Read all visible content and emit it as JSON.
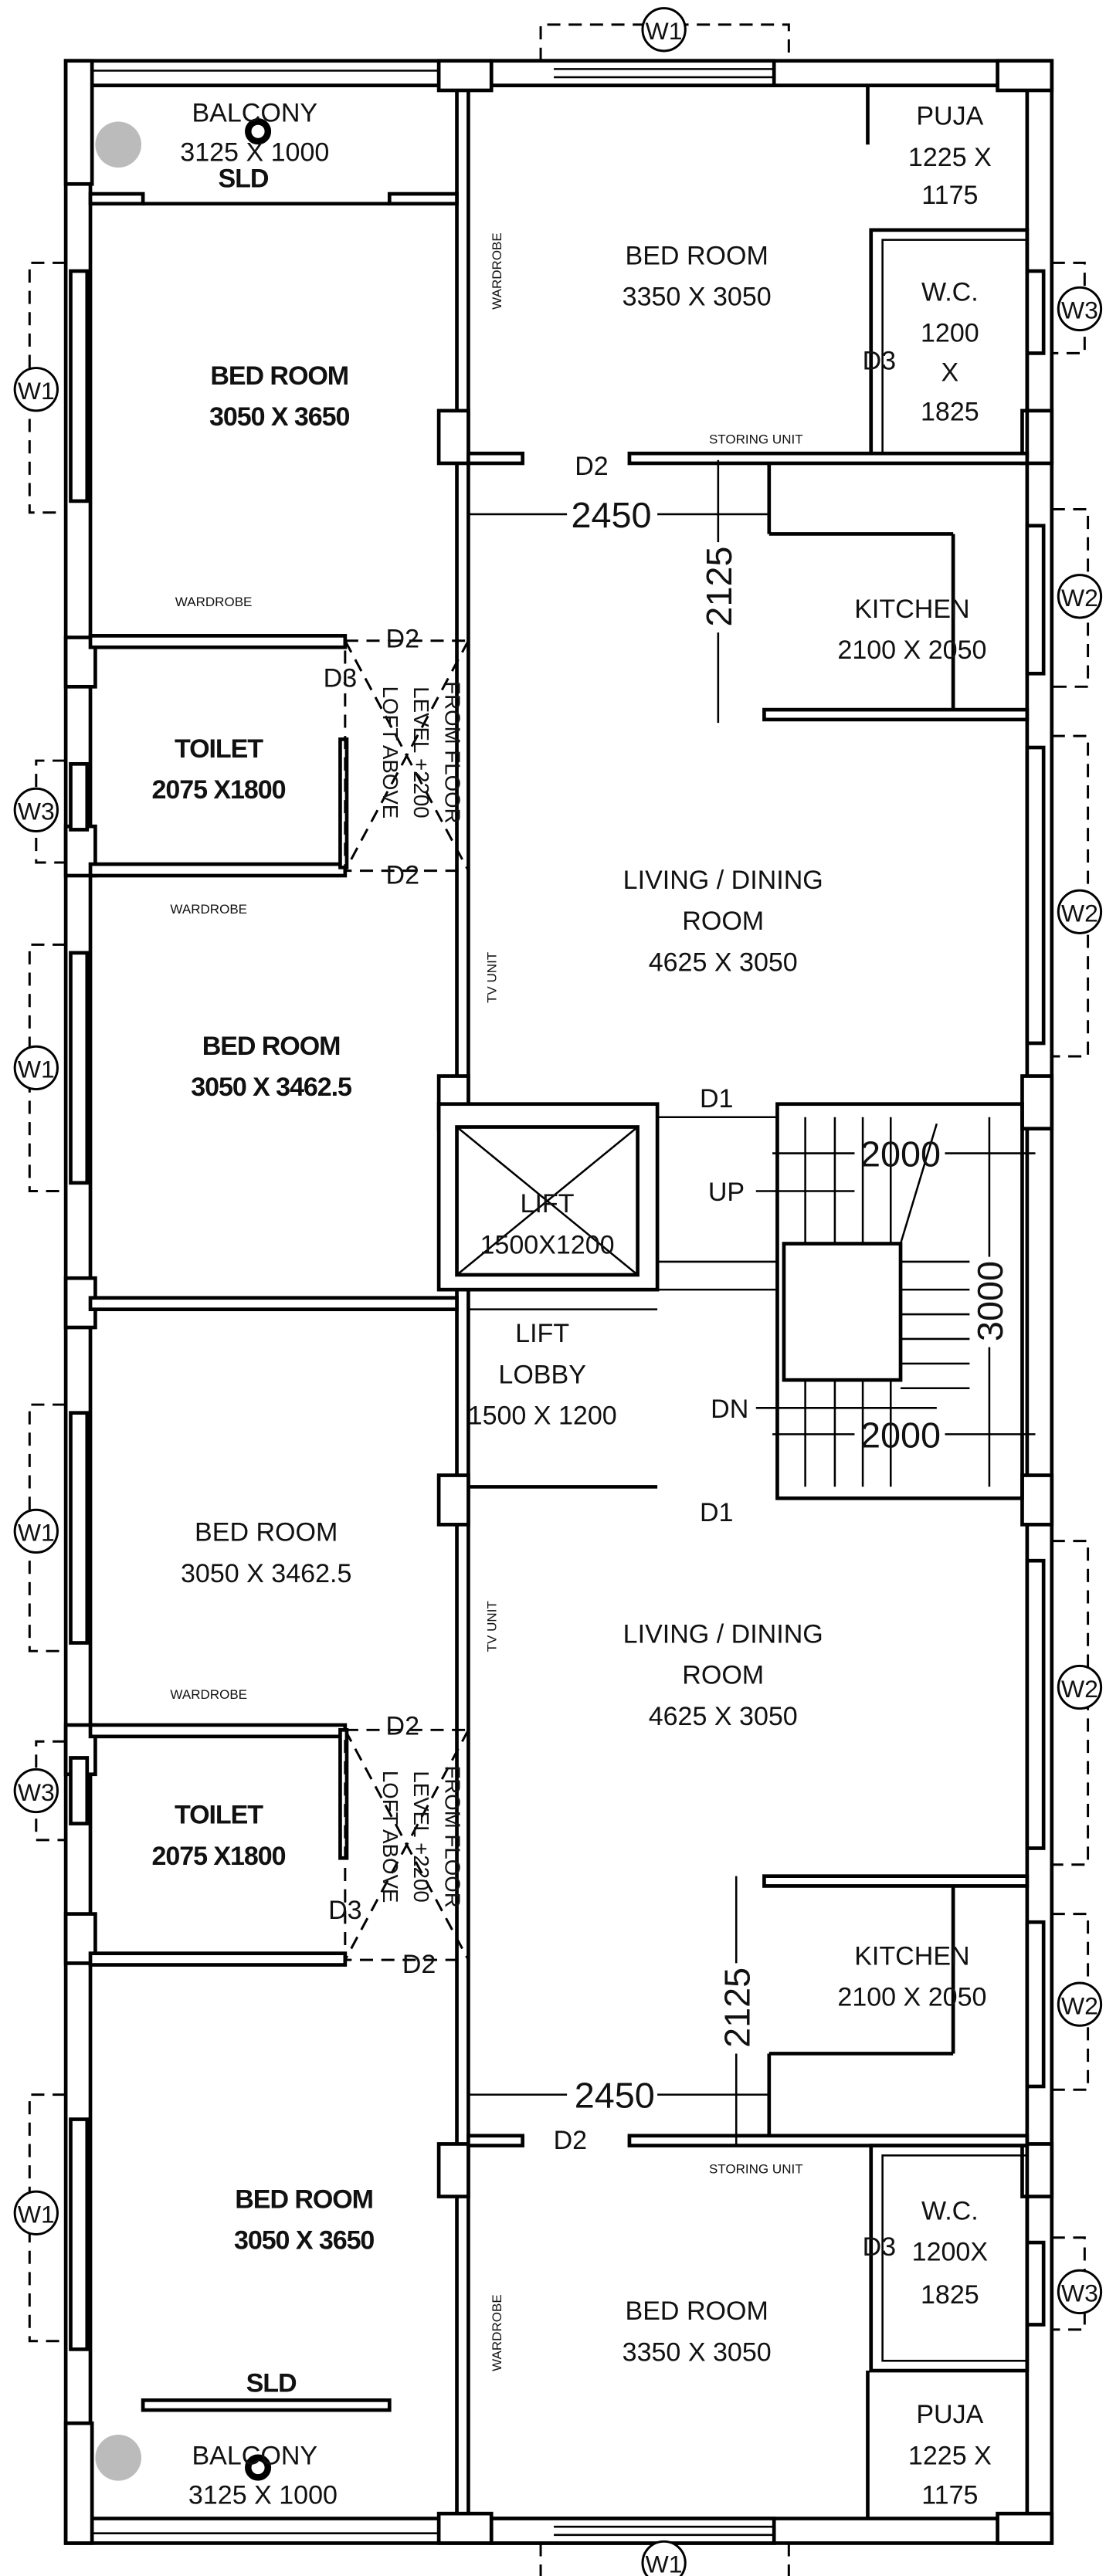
{
  "left": {
    "balcony_top": {
      "name": "BALCONY",
      "size": "3125 X 1000",
      "door": "SLD"
    },
    "bedroom1": {
      "name": "BED ROOM",
      "size": "3050 X 3650",
      "wardrobe": "WARDROBE"
    },
    "toilet1": {
      "name": "TOILET",
      "size": "2075 X1800",
      "door": "D3"
    },
    "loft1": {
      "line1": "LOFT ABOVE",
      "line2": "LEVEL +2200",
      "line3": "FROM FLOOR",
      "door_top": "D2",
      "door_bottom": "D2"
    },
    "bedroom2": {
      "name": "BED ROOM",
      "size": "3050 X 3462.5",
      "wardrobe": "WARDROBE"
    },
    "bedroom3": {
      "name": "BED ROOM",
      "size": "3050 X 3462.5",
      "wardrobe": "WARDROBE"
    },
    "toilet2": {
      "name": "TOILET",
      "size": "2075 X1800",
      "door": "D3"
    },
    "loft2": {
      "line1": "LOFT ABOVE",
      "line2": "LEVEL +2200",
      "line3": "FROM FLOOR",
      "door_top": "D2",
      "door_bottom": "D2"
    },
    "bedroom4": {
      "name": "BED ROOM",
      "size": "3050 X 3650",
      "door": "SLD"
    },
    "balcony_bottom": {
      "name": "BALCONY",
      "size": "3125 X 1000"
    }
  },
  "right": {
    "bedroom_top": {
      "name": "BED ROOM",
      "size": "3350 X 3050",
      "wardrobe": "WARDROBE",
      "door": "D2",
      "storing": "STORING UNIT"
    },
    "puja_top": {
      "name": "PUJA",
      "size1": "1225 X",
      "size2": "1175"
    },
    "wc_top": {
      "name": "W.C.",
      "size1": "1200",
      "size2": "X",
      "size3": "1825",
      "door": "D3"
    },
    "kitchen_top": {
      "name": "KITCHEN",
      "size": "2100 X 2050"
    },
    "living_top": {
      "line1": "LIVING / DINING",
      "line2": "ROOM",
      "size": "4625 X 3050",
      "tv": "TV UNIT",
      "door": "D1"
    },
    "lift": {
      "name": "LIFT",
      "size": "1500X1200"
    },
    "lobby": {
      "line1": "LIFT",
      "line2": "LOBBY",
      "size": "1500 X 1200",
      "door": "D1"
    },
    "stair": {
      "up": "UP",
      "dn": "DN",
      "width_top": "2000",
      "width_bottom": "2000",
      "length": "3000"
    },
    "living_bottom": {
      "line1": "LIVING / DINING",
      "line2": "ROOM",
      "size": "4625 X 3050",
      "tv": "TV UNIT"
    },
    "kitchen_bottom": {
      "name": "KITCHEN",
      "size": "2100 X 2050"
    },
    "wc_bottom": {
      "name": "W.C.",
      "size1": "1200X",
      "size2": "1825",
      "door": "D3"
    },
    "bedroom_bottom": {
      "name": "BED ROOM",
      "size": "3350 X 3050",
      "wardrobe": "WARDROBE",
      "door": "D2",
      "storing": "STORING UNIT"
    },
    "puja_bottom": {
      "name": "PUJA",
      "size1": "1225 X",
      "size2": "1175"
    }
  },
  "dimensions": {
    "passage_top": "2450",
    "kitchen_top": "2125",
    "passage_bottom": "2450",
    "kitchen_bottom": "2125"
  },
  "windows": {
    "w1": "W1",
    "w2": "W2",
    "w3": "W3"
  }
}
